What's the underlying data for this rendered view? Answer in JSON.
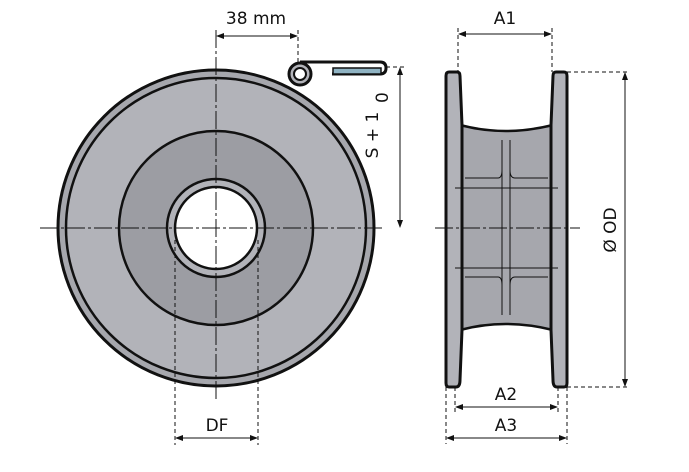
{
  "labels": {
    "pitch": "38 mm",
    "slot": "S + 1",
    "slot_tol": "0",
    "a1": "A1",
    "od": "Ø OD",
    "a2": "A2",
    "a3": "A3",
    "df": "DF"
  },
  "colors": {
    "flange": "#b2b3b9",
    "core": "#9c9da3",
    "clip": "#8fb3c3",
    "outline": "#111111"
  }
}
